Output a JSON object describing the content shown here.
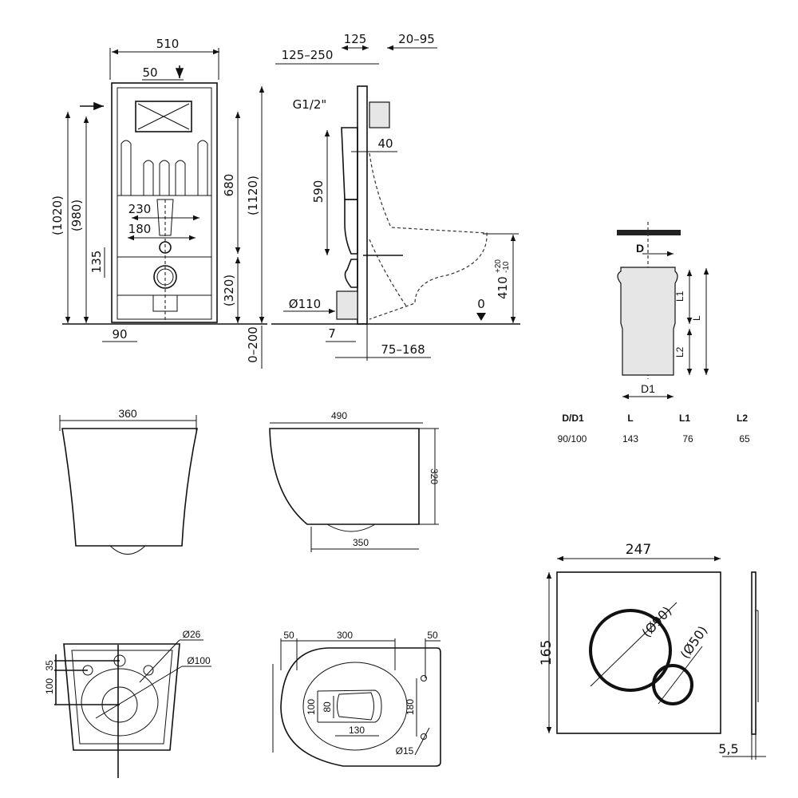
{
  "front_view": {
    "width": "510",
    "offset_50": "50",
    "h_1020": "(1020)",
    "h_980": "(980)",
    "h_680": "680",
    "h_1120": "(1120)",
    "h_320": "(320)",
    "w_230": "230",
    "w_180": "180",
    "h_135": "135",
    "foot_90": "90",
    "floor_0_200": "0–200"
  },
  "side_view": {
    "d_125": "125",
    "d_20_95": "20–95",
    "d_125_250": "125–250",
    "thread": "G1/2\"",
    "d_40": "40",
    "h_590": "590",
    "dia_110": "Ø110",
    "d_7": "7",
    "d_75_168": "75–168",
    "h_410": "410",
    "tol_plus": "+20",
    "tol_minus": "-10",
    "zero": "0"
  },
  "pipe": {
    "label_D": "D",
    "label_L1": "L1",
    "label_L": "L",
    "label_L2": "L2",
    "label_D1": "D1",
    "table": {
      "headers": [
        "D/D1",
        "L",
        "L1",
        "L2"
      ],
      "rows": [
        [
          "90/100",
          "143",
          "76",
          "65"
        ]
      ]
    }
  },
  "bowl_front": {
    "width": "360"
  },
  "bowl_side": {
    "length": "490",
    "height": "320",
    "base": "350"
  },
  "bowl_back": {
    "dia_26": "Ø26",
    "dia_100": "Ø100",
    "d_35": "35",
    "d_100": "100"
  },
  "bowl_top": {
    "d_50a": "50",
    "d_300": "300",
    "d_50b": "50",
    "d_100": "100",
    "d_80": "80",
    "d_130": "130",
    "d_180": "180",
    "dia_15": "Ø15"
  },
  "flush_plate": {
    "width": "247",
    "height": "165",
    "big_button": "(Ø90)",
    "small_button": "(Ø50)",
    "thickness": "5,5"
  }
}
